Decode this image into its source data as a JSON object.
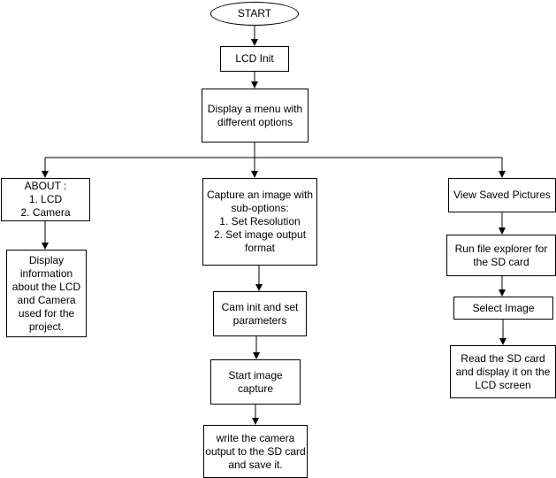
{
  "nodes": {
    "start": [
      "START"
    ],
    "lcd_init": [
      "LCD Init"
    ],
    "menu": [
      "Display a menu with",
      "different options"
    ],
    "about": [
      "ABOUT :",
      "1. LCD",
      "2. Camera"
    ],
    "about_info": [
      "Display",
      "information",
      "about the LCD",
      "and Camera",
      "used for the",
      "project."
    ],
    "capture": [
      "Capture an image with",
      "sub-options:",
      "1. Set Resolution",
      "2. Set image output",
      "format"
    ],
    "cam_init": [
      "Cam init and set",
      "parameters"
    ],
    "start_capture": [
      "Start image",
      "capture"
    ],
    "write_sd": [
      "write the camera",
      "output to the SD card",
      "and save it."
    ],
    "view_saved": [
      "View Saved Pictures"
    ],
    "file_explorer": [
      "Run file explorer for",
      "the SD card"
    ],
    "select_image": [
      "Select Image"
    ],
    "read_sd": [
      "Read the SD card",
      "and display it on the",
      "LCD screen"
    ]
  }
}
